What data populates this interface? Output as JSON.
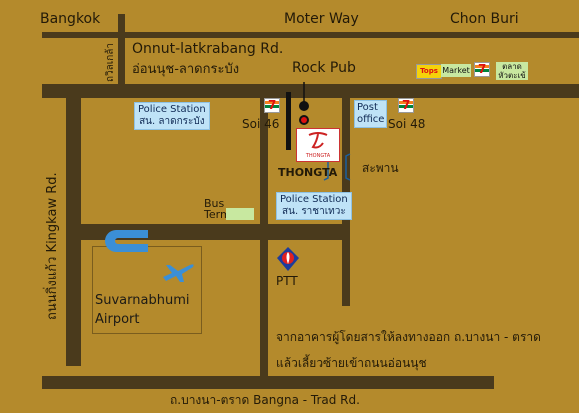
{
  "roads": {
    "top_left": "Bangkok",
    "top_mid": "Moter Way",
    "top_right": "Chon Buri",
    "onnut_en": "Onnut-latkrabang Rd.",
    "onnut_th": "อ่อนนุช-ลาดกระบัง",
    "small_vertical": "ถวิลเกล้า",
    "kingkaw": "ถนนกิ่งแก้ว Kingkaw Rd.",
    "bangna": "ถ.บางนา-ตราด  Bangna - Trad Rd."
  },
  "places": {
    "rock_pub": "Rock Pub",
    "tops": "Tops",
    "market": "Market",
    "seven_label": "7",
    "market_th_1": "ตลาด",
    "market_th_2": "หัวตะเข้",
    "police1_en": "Police Station",
    "police1_th": "สน. ลาดกระบัง",
    "soi46": "Soi 46",
    "soi48": "Soi 48",
    "post_1": "Post",
    "post_2": "office",
    "thongta": "THONGTA",
    "thongta_logo_text": "THONGTA",
    "bridge": "สะพาน",
    "bus_1": "Bus",
    "bus_2": "Terminal",
    "police2_en": "Police Station",
    "police2_th": "สน. ราชาเทวะ",
    "ptt": "PTT",
    "airport_1": "Suvarnabhumi",
    "airport_2": "Airport"
  },
  "directions": {
    "line1": "จากอาคารผู้โดยสารให้ลงทางออก ถ.บางนา - ตราด",
    "line2": "แล้วเลี้ยวซ้ายเข้าถนนอ่อนนุช"
  },
  "colors": {
    "background": "#b48a2c",
    "road": "#4a3a1c",
    "label_box": "#bfe3f7",
    "market_box": "#c8e8a0",
    "airport_blue": "#3b8fd6"
  }
}
